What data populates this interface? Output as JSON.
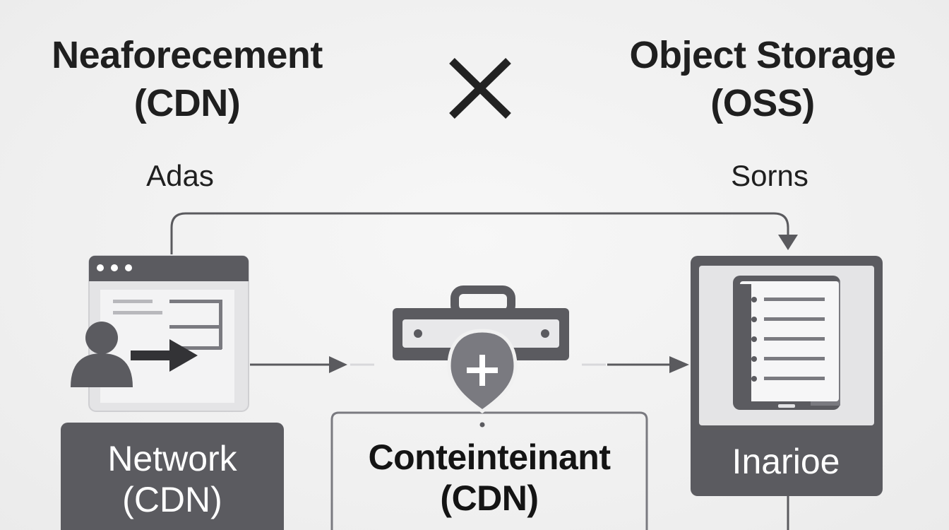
{
  "left_heading": {
    "line1": "Neaforecement",
    "line2": "(CDN)"
  },
  "right_heading": {
    "line1": "Object Storage",
    "line2": "(OSS)"
  },
  "left_sub": "Adas",
  "right_sub": "Sorns",
  "network_box": {
    "line1": "Network",
    "line2": "(CDN)"
  },
  "container_box": {
    "line1": "Conteinteinant",
    "line2": "(CDN)"
  },
  "storage_box": {
    "label": "Inarioe"
  },
  "icons": {
    "cross": "close-x-icon",
    "browser": "browser-window-icon",
    "user": "user-icon",
    "arrow": "arrow-right-icon",
    "toolbox": "toolbox-icon",
    "plus_pin": "plus-pin-icon",
    "document": "document-list-icon"
  },
  "colors": {
    "dark_panel": "#5b5b60",
    "mid_gray": "#7a7a80",
    "line": "#5a5a5e",
    "text": "#1f1f1f"
  }
}
